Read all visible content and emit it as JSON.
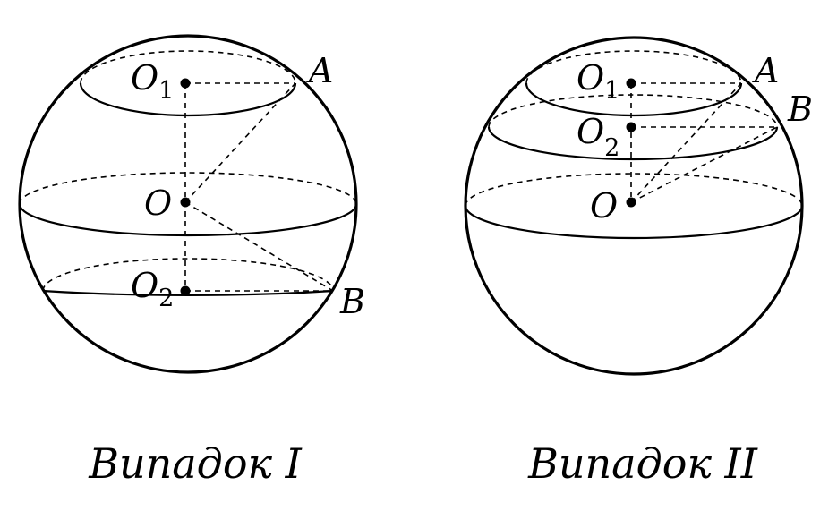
{
  "figure_1": {
    "caption": "Випадок I",
    "points": {
      "O1": {
        "letter": "O",
        "sub": "1"
      },
      "O": {
        "letter": "O"
      },
      "O2": {
        "letter": "O",
        "sub": "2"
      },
      "A": {
        "letter": "A"
      },
      "B": {
        "letter": "B"
      }
    }
  },
  "figure_2": {
    "caption": "Випадок II",
    "points": {
      "O1": {
        "letter": "O",
        "sub": "1"
      },
      "O2": {
        "letter": "O",
        "sub": "2"
      },
      "O": {
        "letter": "O"
      },
      "A": {
        "letter": "A"
      },
      "B": {
        "letter": "B"
      }
    }
  }
}
